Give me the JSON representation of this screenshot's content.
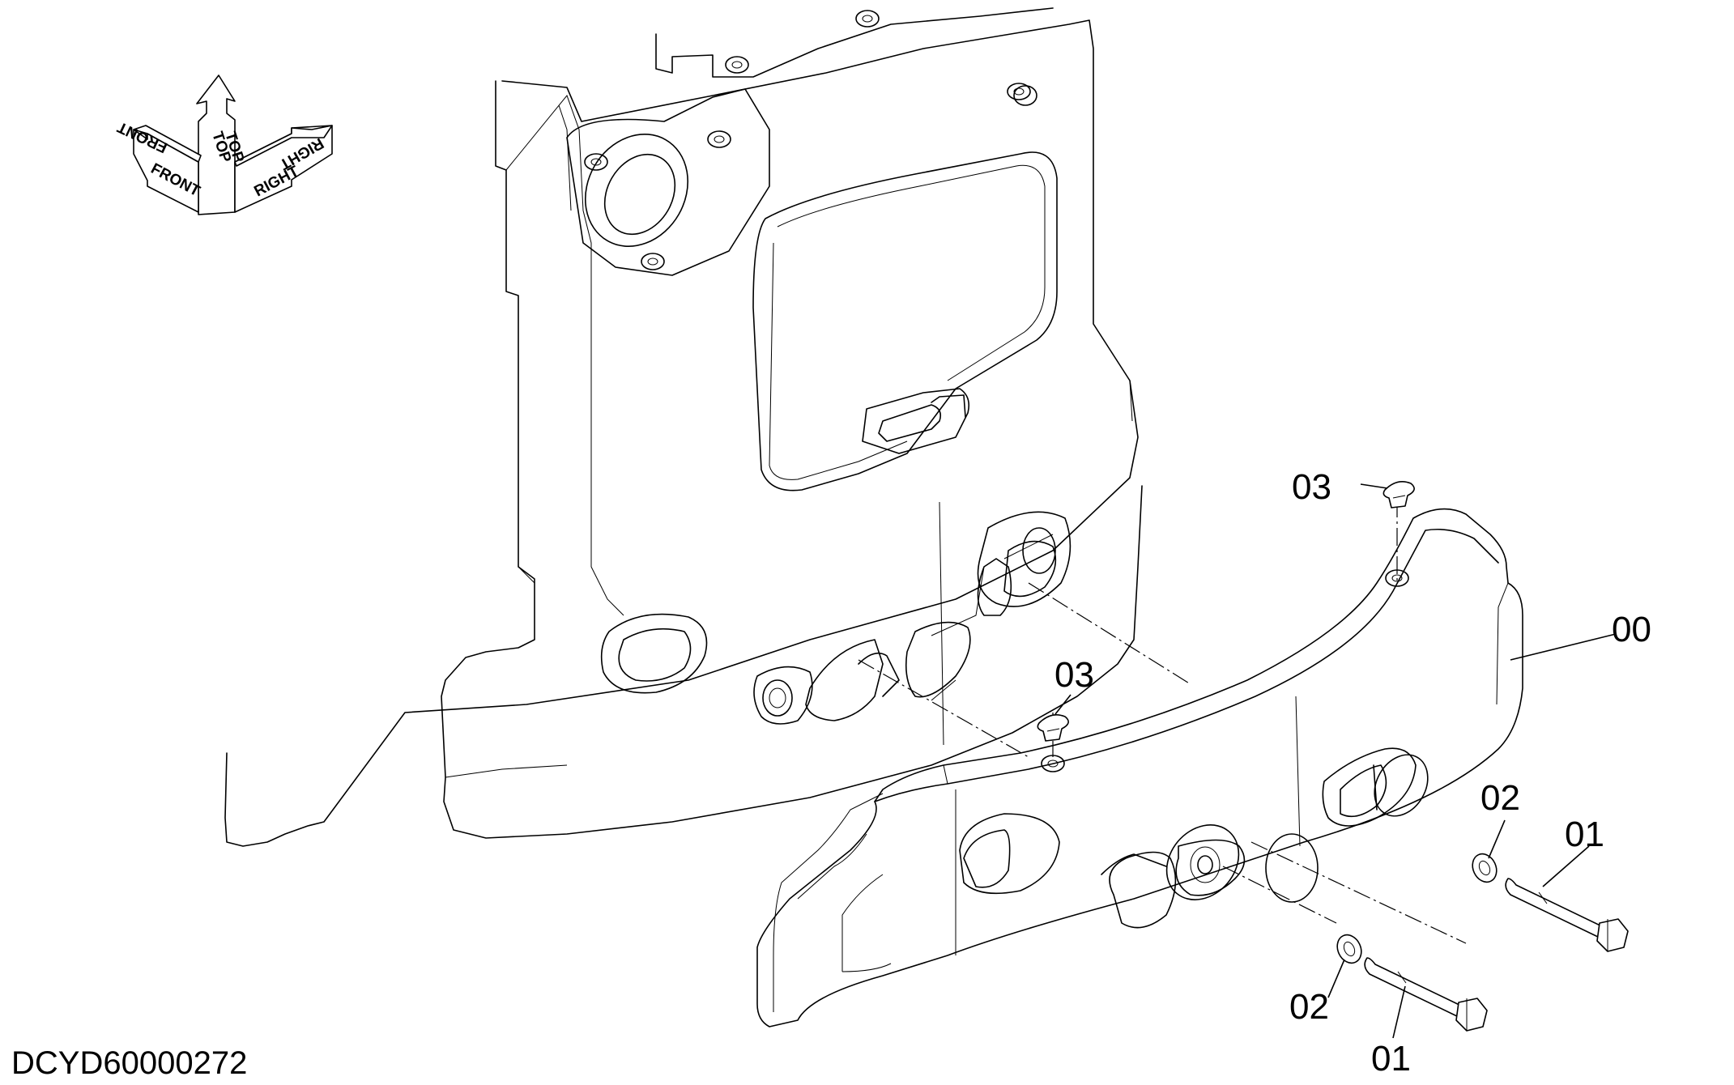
{
  "diagram": {
    "document_id": "DCYD60000272",
    "orientation_labels": [
      "FRONT",
      "TOP",
      "RIGHT"
    ],
    "callouts": [
      {
        "id": "00",
        "label": "00"
      },
      {
        "id": "01a",
        "label": "01"
      },
      {
        "id": "01b",
        "label": "01"
      },
      {
        "id": "02a",
        "label": "02"
      },
      {
        "id": "02b",
        "label": "02"
      },
      {
        "id": "03a",
        "label": "03"
      },
      {
        "id": "03b",
        "label": "03"
      }
    ]
  }
}
